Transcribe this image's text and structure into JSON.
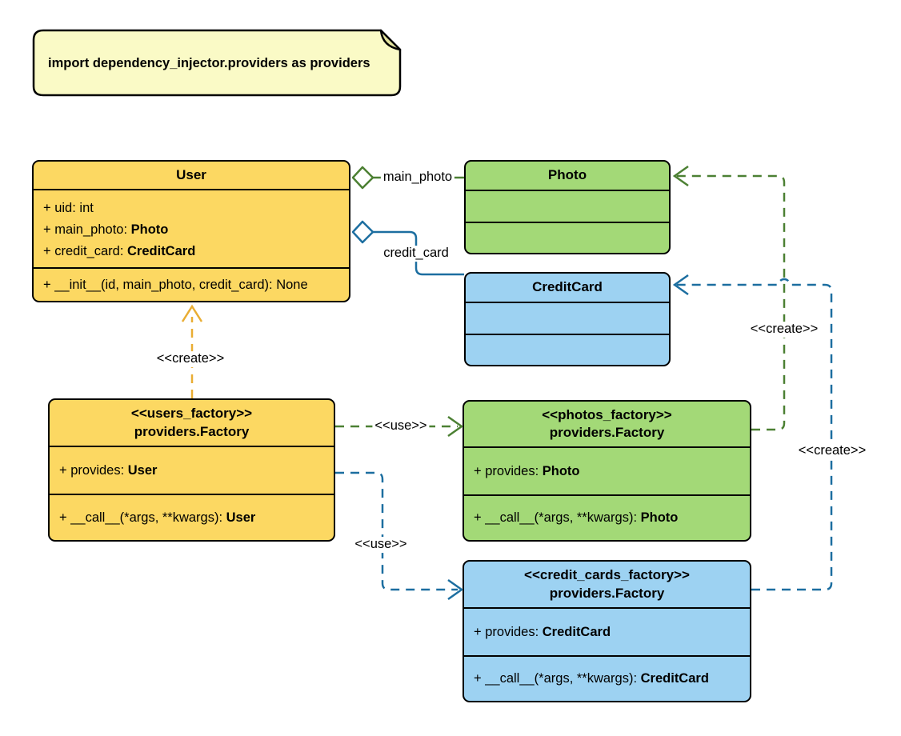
{
  "note": {
    "text": "import dependency_injector.providers as providers"
  },
  "classes": {
    "user": {
      "title": "User",
      "attributes": [
        {
          "text": "+ uid: int",
          "type": ""
        },
        {
          "text": "+ main_photo: ",
          "type": "Photo"
        },
        {
          "text": "+ credit_card: ",
          "type": "CreditCard"
        }
      ],
      "methods": [
        {
          "text": "+ __init__(id, main_photo, credit_card): None",
          "type": ""
        }
      ]
    },
    "photo": {
      "title": "Photo"
    },
    "credit_card": {
      "title": "CreditCard"
    },
    "users_factory": {
      "stereotype": "<<users_factory>>",
      "title": "providers.Factory",
      "attributes": [
        {
          "text": "+ provides: ",
          "type": "User"
        }
      ],
      "methods": [
        {
          "text": "+ __call__(*args, **kwargs): ",
          "type": "User"
        }
      ]
    },
    "photos_factory": {
      "stereotype": "<<photos_factory>>",
      "title": "providers.Factory",
      "attributes": [
        {
          "text": "+ provides: ",
          "type": "Photo"
        }
      ],
      "methods": [
        {
          "text": "+ __call__(*args, **kwargs): ",
          "type": "Photo"
        }
      ]
    },
    "credit_cards_factory": {
      "stereotype": "<<credit_cards_factory>>",
      "title": "providers.Factory",
      "attributes": [
        {
          "text": "+ provides: ",
          "type": "CreditCard"
        }
      ],
      "methods": [
        {
          "text": "+ __call__(*args, **kwargs): ",
          "type": "CreditCard"
        }
      ]
    }
  },
  "edges": {
    "main_photo": {
      "label": "main_photo",
      "kind": "aggregation"
    },
    "credit_card": {
      "label": "credit_card",
      "kind": "aggregation"
    },
    "create_user": {
      "label": "<<create>>",
      "kind": "dependency"
    },
    "use_photos_factory": {
      "label": "<<use>>",
      "kind": "dependency"
    },
    "use_credit_cards_factory": {
      "label": "<<use>>",
      "kind": "dependency"
    },
    "create_photo": {
      "label": "<<create>>",
      "kind": "dependency"
    },
    "create_credit_card": {
      "label": "<<create>>",
      "kind": "dependency"
    }
  },
  "colors": {
    "class_yellow": "#FCD862",
    "class_green": "#A3D977",
    "class_blue": "#9DD2F2",
    "note_fill": "#FAFAC6",
    "note_fold": "#E3E39E",
    "edge_green": "#4C8033",
    "edge_blue": "#1C6EA0",
    "edge_orange": "#E9AD33",
    "outline": "#000000",
    "background": "#FFFFFF"
  }
}
